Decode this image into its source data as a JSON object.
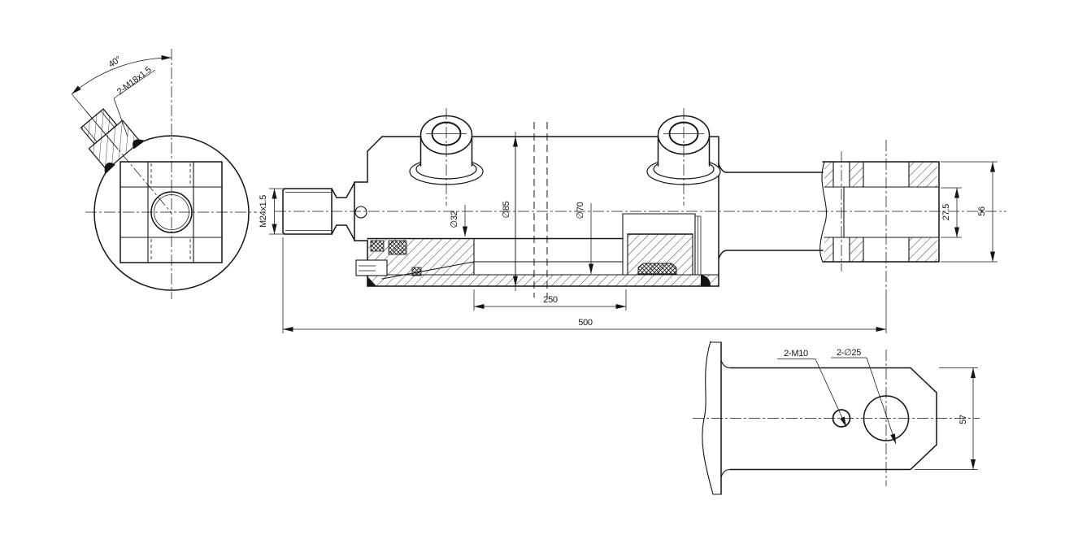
{
  "page": {
    "background": "#ffffff",
    "line_color": "#141414"
  },
  "end_view": {
    "angle_label": "40°",
    "port_label": "2-M18x1.5"
  },
  "main_view": {
    "rod_thread_label": "M24x1.5",
    "rod_diameter": "∅32",
    "outer_diameter": "∅85",
    "bore_diameter": "∅70",
    "inner_length": "250",
    "overall_length": "500",
    "eye_bore_width": "27.5",
    "eye_outer_width": "56"
  },
  "bottom_view": {
    "tapped_holes_label": "2-M10",
    "pin_holes_label": "2-∅25",
    "bracket_width": "57"
  }
}
